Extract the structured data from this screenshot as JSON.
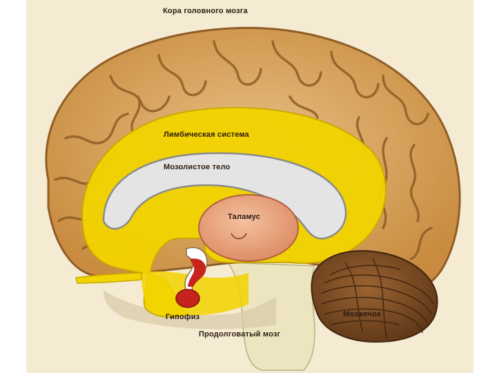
{
  "labels": {
    "cortex": "Кора головного мозга",
    "limbic": "Лимбическая система",
    "corpus_callosum": "Мозолистое тело",
    "thalamus": "Таламус",
    "pituitary": "Гипофиз",
    "cerebellum": "Мозжечок",
    "medulla": "Продолговатый мозг"
  },
  "colors": {
    "background": "#f4ebd2",
    "cortex": "#d9a45a",
    "cortex_dark": "#9c6a2e",
    "limbic": "#f2d400",
    "corpus_callosum": "#e4e4e4",
    "thalamus": "#e9a27e",
    "pituitary": "#c5231c",
    "cerebellum": "#7a4a22",
    "brainstem": "#ece5bf"
  }
}
